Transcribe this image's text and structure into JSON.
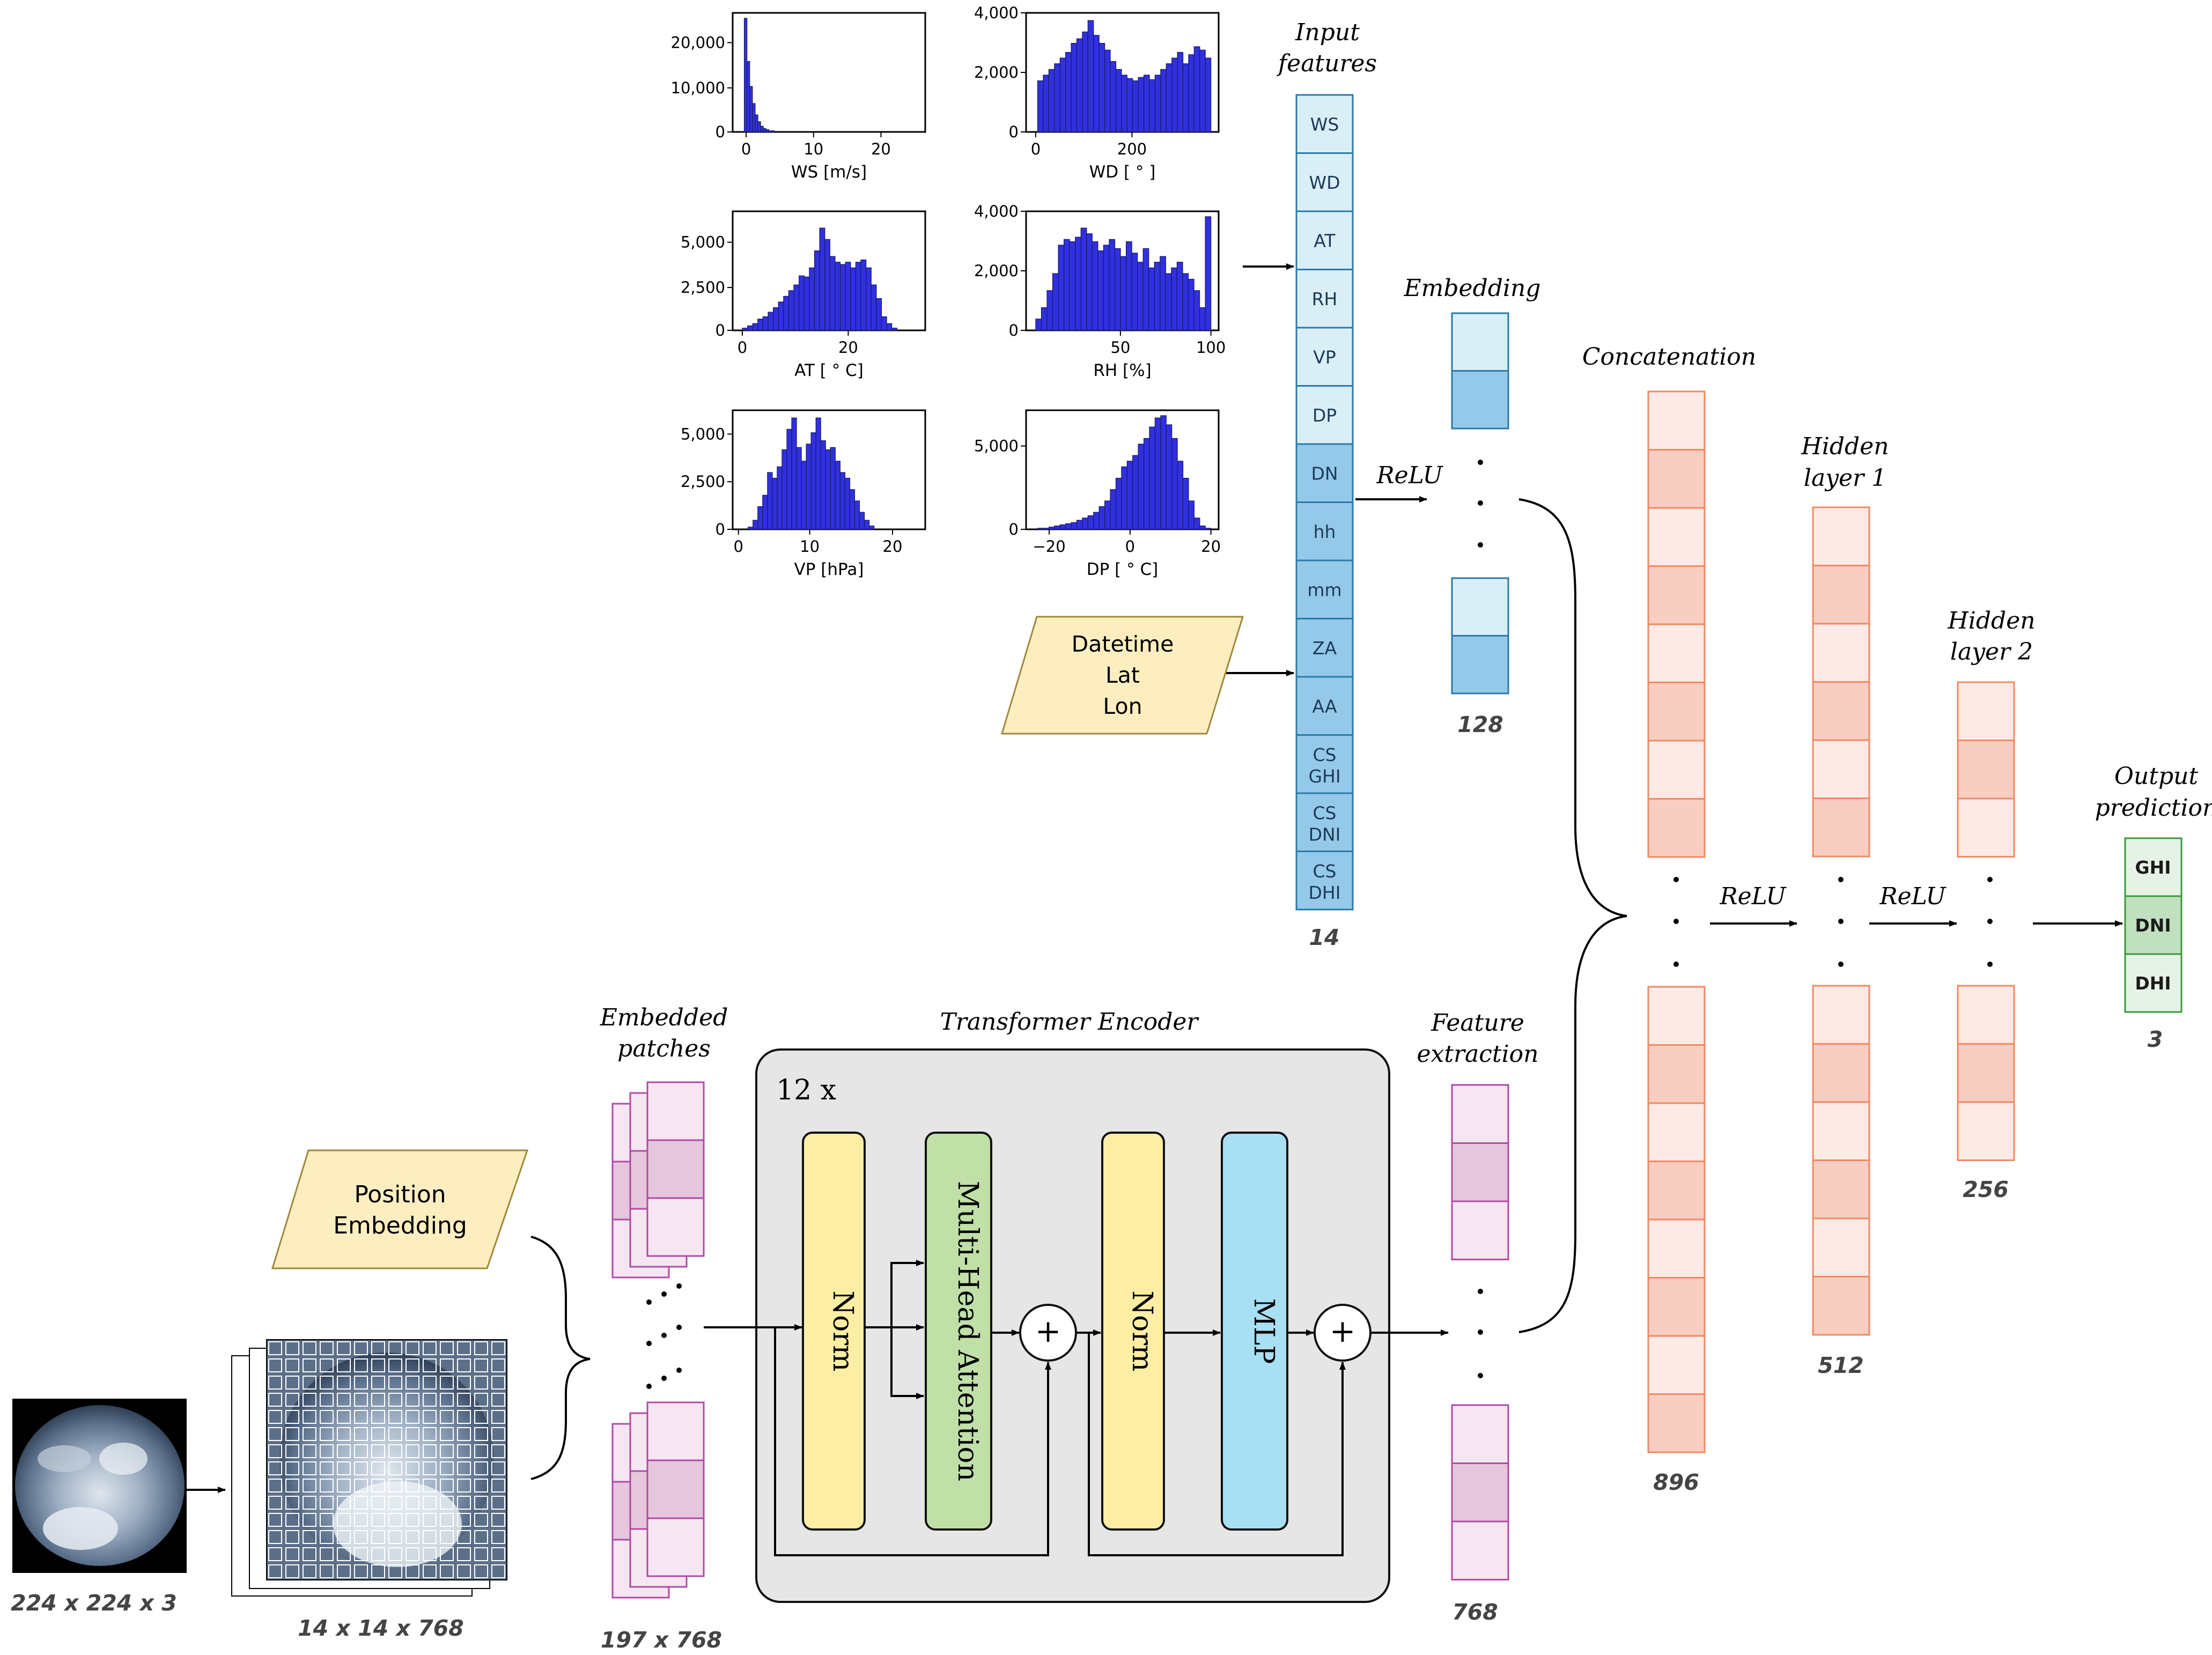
{
  "histograms": [
    {
      "xlabel": "WS [m/s]",
      "xticks": [
        "0",
        "10",
        "20"
      ],
      "yticks": [
        "0",
        "10,000",
        "20,000"
      ]
    },
    {
      "xlabel": "WD [ ° ]",
      "xticks": [
        "0",
        "200"
      ],
      "yticks": [
        "0",
        "2,000",
        "4,000"
      ]
    },
    {
      "xlabel": "AT [ ° C]",
      "xticks": [
        "0",
        "20"
      ],
      "yticks": [
        "0",
        "2,500",
        "5,000"
      ]
    },
    {
      "xlabel": "RH [%]",
      "xticks": [
        "50",
        "100"
      ],
      "yticks": [
        "0",
        "2,000",
        "4,000"
      ]
    },
    {
      "xlabel": "VP [hPa]",
      "xticks": [
        "0",
        "10",
        "20"
      ],
      "yticks": [
        "0",
        "2,500",
        "5,000"
      ]
    },
    {
      "xlabel": "DP [ ° C]",
      "xticks": [
        "−20",
        "0",
        "20"
      ],
      "yticks": [
        "0",
        "5,000"
      ]
    }
  ],
  "input_features": {
    "title_line1": "Input",
    "title_line2": "features",
    "items": [
      "WS",
      "WD",
      "AT",
      "RH",
      "VP",
      "DP",
      "DN",
      "hh",
      "mm",
      "ZA",
      "AA",
      "CS GHI",
      "CS DNI",
      "CS DHI"
    ],
    "dim": "14"
  },
  "datetime_box": {
    "line1": "Datetime",
    "line2": "Lat",
    "line3": "Lon"
  },
  "embedding": {
    "title": "Embedding",
    "relu": "ReLU",
    "dim": "128"
  },
  "concat": {
    "title": "Concatenation",
    "dim": "896"
  },
  "hidden1": {
    "line1": "Hidden",
    "line2": "layer 1",
    "dim": "512"
  },
  "hidden2": {
    "line1": "Hidden",
    "line2": "layer 2",
    "dim": "256"
  },
  "relu_labels": [
    "ReLU",
    "ReLU"
  ],
  "output": {
    "line1": "Output",
    "line2": "prediction",
    "items": [
      "GHI",
      "DNI",
      "DHI"
    ],
    "dim": "3"
  },
  "image_input": {
    "dim": "224 x 224 x 3"
  },
  "patch_grid": {
    "dim": "14 x 14 x 768"
  },
  "position_embedding": {
    "line1": "Position",
    "line2": "Embedding"
  },
  "embedded_patches": {
    "line1": "Embedded",
    "line2": "patches",
    "dim": "197 x 768"
  },
  "transformer": {
    "title": "Transformer Encoder",
    "repeat": "12 x",
    "norm1": "Norm",
    "mha": "Multi-Head Attention",
    "norm2": "Norm",
    "mlp": "MLP"
  },
  "feature_extraction": {
    "line1": "Feature",
    "line2": "extraction",
    "dim": "768"
  },
  "colors": {
    "hist_bar": "#3030e0",
    "feature_light": "#daeef8",
    "feature_mid": "#95c9ea",
    "feature_stroke": "#2b7aa8",
    "concat_light": "#fdeae6",
    "concat_mid": "#f8cdc2",
    "concat_stroke": "#f08a63",
    "patch_light": "#f5e6f1",
    "patch_mid": "#e6c6dc",
    "patch_stroke": "#b04aa6",
    "norm_fill": "#fdeea4",
    "mha_fill": "#c0e0a8",
    "mlp_fill": "#a8dff3",
    "encoder_bg": "#e6e6e6",
    "parallelogram": "#fdeec0",
    "output_light": "#e6f2e6",
    "output_mid": "#c0e0c0",
    "output_stroke": "#3a9a3a"
  }
}
